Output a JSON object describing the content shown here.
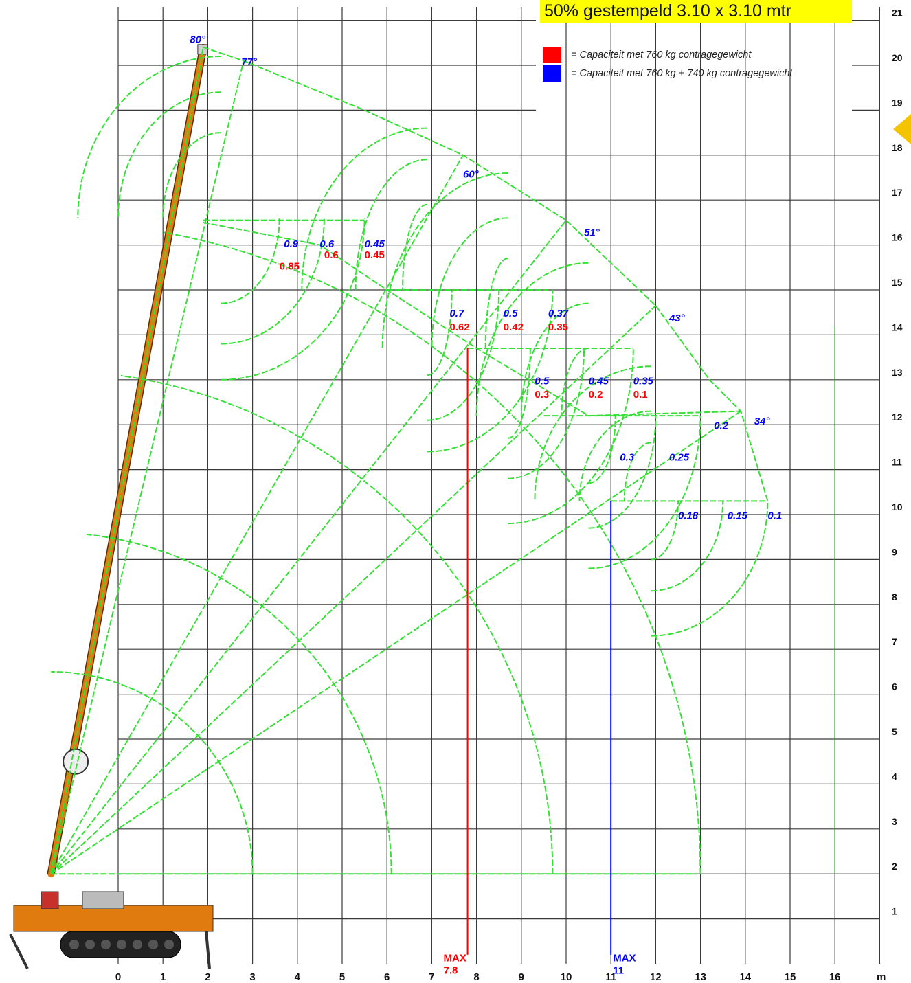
{
  "title": "50% gestempeld 3.10 x 3.10 mtr",
  "legend": [
    {
      "color": "#ff0000",
      "label": "= Capaciteit met 760 kg contragegewicht"
    },
    {
      "color": "#0000ff",
      "label": "= Capaciteit met 760 kg + 740 kg contragegewicht"
    }
  ],
  "colors": {
    "grid": "#3a3a3a",
    "curves": "#33e033",
    "red": "#ff0000",
    "blue": "#0000ff",
    "boom": "#e07b10",
    "marker": "#f5c400"
  },
  "chart_data": {
    "type": "load-chart",
    "x_ticks": [
      "0",
      "1",
      "2",
      "3",
      "4",
      "5",
      "6",
      "7",
      "8",
      "9",
      "10",
      "11",
      "12",
      "13",
      "14",
      "15",
      "16"
    ],
    "x_unit": "m",
    "y_ticks": [
      "1",
      "2",
      "3",
      "4",
      "5",
      "6",
      "7",
      "8",
      "9",
      "10",
      "11",
      "12",
      "13",
      "14",
      "15",
      "16",
      "17",
      "18",
      "19",
      "20",
      "21"
    ],
    "xlim": [
      0,
      17
    ],
    "ylim": [
      0,
      21.3
    ],
    "angle_labels": [
      {
        "text": "80°",
        "x": 1.6,
        "y": 20.5
      },
      {
        "text": "77°",
        "x": 2.75,
        "y": 20.0
      },
      {
        "text": "60°",
        "x": 7.7,
        "y": 17.5
      },
      {
        "text": "51°",
        "x": 10.4,
        "y": 16.2
      },
      {
        "text": "43°",
        "x": 12.3,
        "y": 14.3
      },
      {
        "text": "34°",
        "x": 14.2,
        "y": 12.0
      }
    ],
    "capacities_blue": [
      {
        "text": "0.9",
        "x": 3.7,
        "y": 15.95
      },
      {
        "text": "0.6",
        "x": 4.5,
        "y": 15.95
      },
      {
        "text": "0.45",
        "x": 5.5,
        "y": 15.95
      },
      {
        "text": "0.7",
        "x": 7.4,
        "y": 14.4
      },
      {
        "text": "0.5",
        "x": 8.6,
        "y": 14.4
      },
      {
        "text": "0.37",
        "x": 9.6,
        "y": 14.4
      },
      {
        "text": "0.5",
        "x": 9.3,
        "y": 12.9
      },
      {
        "text": "0.45",
        "x": 10.5,
        "y": 12.9
      },
      {
        "text": "0.35",
        "x": 11.5,
        "y": 12.9
      },
      {
        "text": "0.3",
        "x": 11.2,
        "y": 11.2
      },
      {
        "text": "0.25",
        "x": 12.3,
        "y": 11.2
      },
      {
        "text": "0.2",
        "x": 13.3,
        "y": 11.9
      },
      {
        "text": "0.18",
        "x": 12.5,
        "y": 9.9
      },
      {
        "text": "0.15",
        "x": 13.6,
        "y": 9.9
      },
      {
        "text": "0.1",
        "x": 14.5,
        "y": 9.9
      }
    ],
    "capacities_red": [
      {
        "text": "0.85",
        "x": 3.6,
        "y": 15.45
      },
      {
        "text": "0.6",
        "x": 4.6,
        "y": 15.7
      },
      {
        "text": "0.45",
        "x": 5.5,
        "y": 15.7
      },
      {
        "text": "0.62",
        "x": 7.4,
        "y": 14.1
      },
      {
        "text": "0.42",
        "x": 8.6,
        "y": 14.1
      },
      {
        "text": "0.35",
        "x": 9.6,
        "y": 14.1
      },
      {
        "text": "0.3",
        "x": 9.3,
        "y": 12.6
      },
      {
        "text": "0.2",
        "x": 10.5,
        "y": 12.6
      },
      {
        "text": "0.1",
        "x": 11.5,
        "y": 12.6
      }
    ],
    "max_red": {
      "label": "MAX",
      "value": "7.8",
      "x": 7.8
    },
    "max_blue": {
      "label": "MAX",
      "value": "11",
      "x": 11
    }
  }
}
